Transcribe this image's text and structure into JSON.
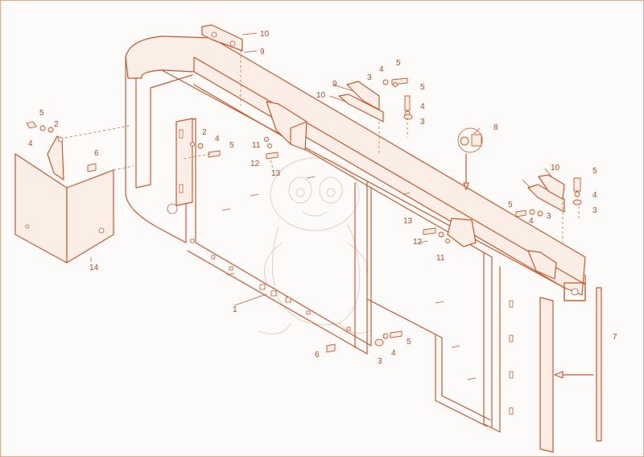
{
  "callouts": {
    "c1": "1",
    "c2a": "2",
    "c2b": "2",
    "c3a": "3",
    "c3b": "3",
    "c3c": "3",
    "c3d": "3",
    "c3e": "3",
    "c4a": "4",
    "c4b": "4",
    "c4c": "4",
    "c4d": "4",
    "c4e": "4",
    "c4f": "4",
    "c4g": "4",
    "c5a": "5",
    "c5b": "5",
    "c5c": "5",
    "c5d": "5",
    "c5e": "5",
    "c5f": "5",
    "c5g": "5",
    "c6a": "6",
    "c6b": "6",
    "c7": "7",
    "c8": "8",
    "c9a": "9",
    "c9b": "9",
    "c10a": "10",
    "c10b": "10",
    "c10c": "10",
    "c11a": "11",
    "c11b": "11",
    "c12a": "12",
    "c12b": "12",
    "c13a": "13",
    "c13b": "13",
    "c14": "14"
  },
  "colors": {
    "line": "#c8592c",
    "fill": "#fbeee6",
    "watermark": "#e3cfc5"
  },
  "icons": {
    "watermark": "mascot-watermark-icon",
    "part8": "rubber-grommet-icon"
  }
}
